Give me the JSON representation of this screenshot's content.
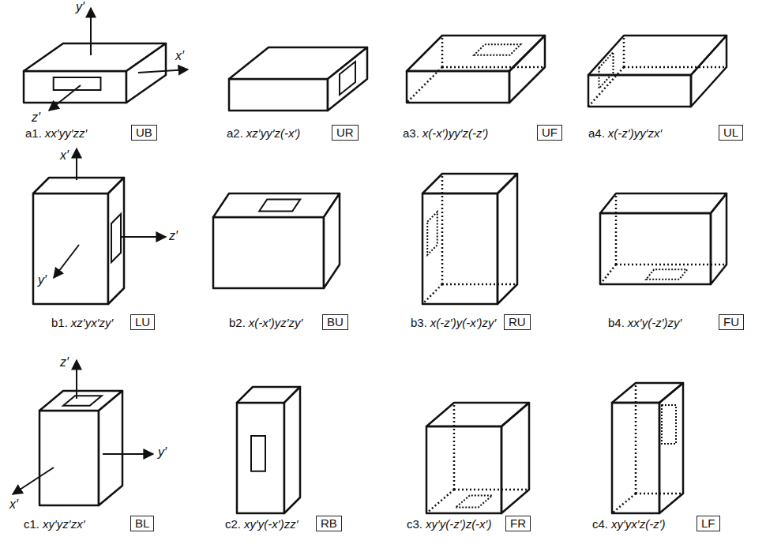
{
  "diagram": {
    "nodes": [
      {
        "text": [
          "UB"
        ]
      },
      {
        "text": [
          "UR"
        ]
      },
      {
        "text": [
          "UF"
        ]
      },
      {
        "text": [
          "UL"
        ]
      },
      {
        "text": [
          "LU"
        ]
      },
      {
        "text": [
          "BU"
        ]
      },
      {
        "text": [
          "RU"
        ]
      },
      {
        "text": [
          "FU"
        ]
      },
      {
        "text": [
          "BL"
        ]
      },
      {
        "text": [
          "RB"
        ]
      },
      {
        "text": [
          "FR"
        ]
      },
      {
        "text": [
          "LF"
        ]
      }
    ],
    "labels": [
      "a1.",
      "xx′yy′zz′",
      "a2.",
      "xz′yy′z(-x′)",
      "a3.",
      "x(-x′)yy′z(-z′)",
      "a4.",
      "x(-z′)yy′zx′",
      "b1.",
      "xz′yx′zy′",
      "b2.",
      "x(-x′)yz′zy′",
      "b3.",
      "x(-z′)y(-x′)zy′",
      "b4.",
      "xx′y(-z′)zy′",
      "c1.",
      "xy′yz′zx′",
      "c2.",
      "xy′y(-x′)zz′",
      "c3.",
      "xy′y(-z′)z(-x′)",
      "c4.",
      "xy′yx′z(-z′)",
      "y′",
      "x′",
      "z′",
      "x′",
      "z′",
      "y′",
      "z′",
      "y′",
      "x′"
    ]
  }
}
